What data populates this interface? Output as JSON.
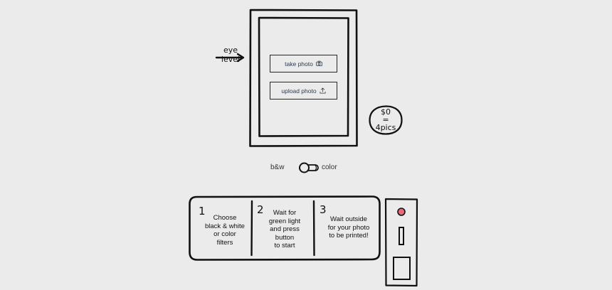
{
  "eye_level": {
    "line1": "eye",
    "line2": "level"
  },
  "screen": {
    "take_photo_label": "take photo",
    "upload_photo_label": "upload photo",
    "take_photo_icon": "camera-icon",
    "upload_photo_icon": "upload-icon"
  },
  "price": {
    "amount": "$0",
    "equals": "=",
    "count": "4pics"
  },
  "filter": {
    "left_label": "b&w",
    "right_label": "color"
  },
  "steps": [
    {
      "number": "1",
      "lines": [
        "Choose",
        "black & white",
        "or color",
        "filters"
      ]
    },
    {
      "number": "2",
      "lines": [
        "Wait for",
        "green light",
        "and press",
        "button",
        "to start"
      ]
    },
    {
      "number": "3",
      "lines": [
        "Wait outside",
        "for your photo",
        "to be printed!"
      ]
    }
  ],
  "printer": {
    "light_color": "#e36b7a"
  },
  "colors": {
    "ink": "#111111",
    "button_border": "#1e2a3a",
    "background": "#ebebeb"
  }
}
